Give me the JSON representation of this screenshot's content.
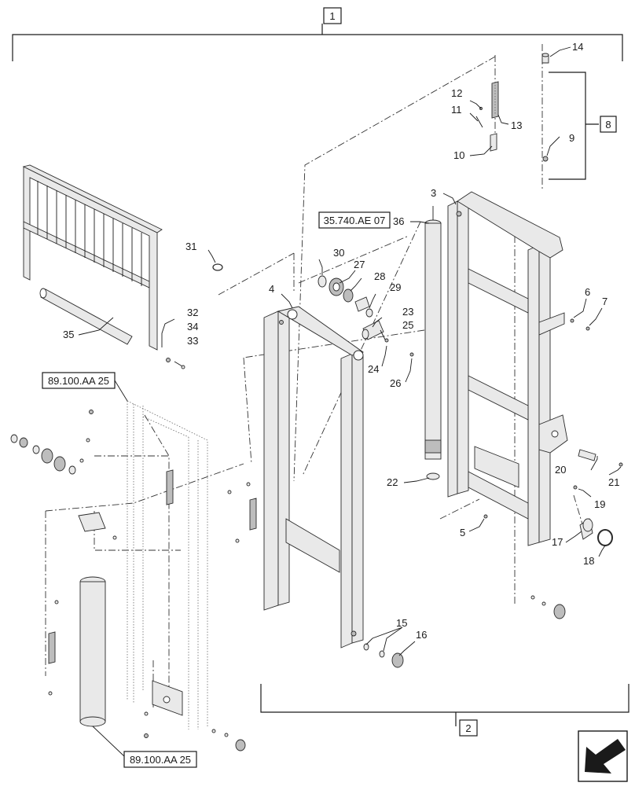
{
  "callouts": {
    "c1": "1",
    "c2": "2",
    "c3": "3",
    "c4": "4",
    "c5": "5",
    "c6": "6",
    "c7": "7",
    "c8": "8",
    "c9": "9",
    "c10": "10",
    "c11": "11",
    "c12": "12",
    "c13": "13",
    "c14": "14",
    "c15": "15",
    "c16": "16",
    "c17": "17",
    "c18": "18",
    "c19": "19",
    "c20": "20",
    "c21": "21",
    "c22": "22",
    "c23": "23",
    "c24": "24",
    "c25": "25",
    "c26": "26",
    "c27": "27",
    "c28": "28",
    "c29": "29",
    "c30": "30",
    "c31": "31",
    "c32": "32",
    "c33": "33",
    "c34": "34",
    "c35": "35",
    "c36": "36"
  },
  "references": {
    "ref_top": "35.740.AE 07",
    "ref_left_upper": "89.100.AA 25",
    "ref_left_lower": "89.100.AA 25"
  },
  "icons": {
    "nav": "arrow-icon"
  }
}
